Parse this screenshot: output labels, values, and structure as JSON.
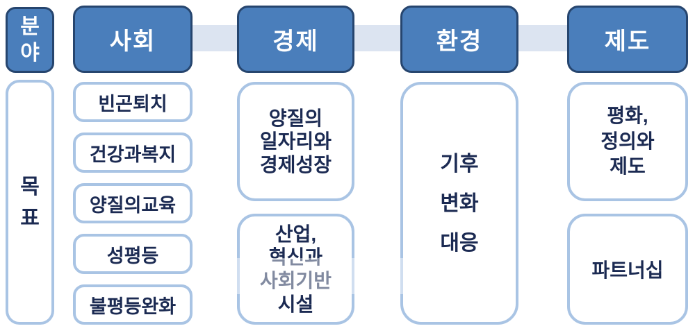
{
  "colors": {
    "background": "#FFFFFF",
    "header_fill": "#4A7EBB",
    "header_border": "#26456E",
    "header_text": "#FFFFFF",
    "item_border": "#A9C4E4",
    "item_text": "#1B2A52",
    "connector_band": "#DCE4F1"
  },
  "row_labels": {
    "field": "분\n야",
    "goal": "목\n표"
  },
  "columns": [
    {
      "header": "사회",
      "items": [
        "빈곤퇴치",
        "건강과복지",
        "양질의교육",
        "성평등",
        "불평등완화"
      ]
    },
    {
      "header": "경제",
      "items": [
        "양질의\n일자리와\n경제성장",
        "산업,\n혁신과\n사회기반\n시설"
      ]
    },
    {
      "header": "환경",
      "items": [
        "기후\n변화\n대응"
      ]
    },
    {
      "header": "제도",
      "items": [
        "평화,\n정의와\n제도",
        "파트너십"
      ]
    }
  ]
}
